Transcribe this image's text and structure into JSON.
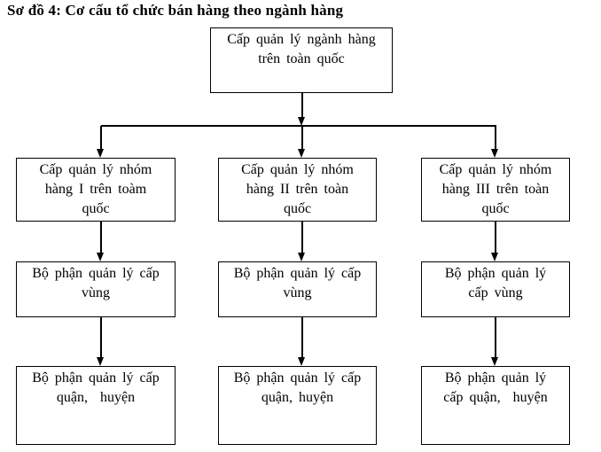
{
  "title": "Sơ đồ 4: Cơ cấu tổ chức bán hàng theo ngành hàng",
  "colors": {
    "background": "#ffffff",
    "line": "#000000",
    "text": "#000000"
  },
  "diagram": {
    "root": {
      "label": "Cấp quản lý ngành hàng\ntrên toàn quốc"
    },
    "level2": [
      {
        "label": "Cấp quản lý nhóm\nhàng I trên toàm\nquốc"
      },
      {
        "label": "Cấp quản lý nhóm\nhàng II trên toàn\nquốc"
      },
      {
        "label": "Cấp quản lý nhóm\nhàng III trên toàn\nquốc"
      }
    ],
    "level3": [
      {
        "label": "Bộ phận quản lý cấp\nvùng"
      },
      {
        "label": "Bộ phận quản lý cấp\nvùng"
      },
      {
        "label": "Bộ phận quản lý\ncấp vùng"
      }
    ],
    "level4": [
      {
        "label": "Bộ phận quản lý cấp\nquận,  huyện"
      },
      {
        "label": "Bộ phận quản lý cấp\nquận, huyện"
      },
      {
        "label": "Bộ phận quản lý\ncấp quận,  huyện"
      }
    ]
  }
}
